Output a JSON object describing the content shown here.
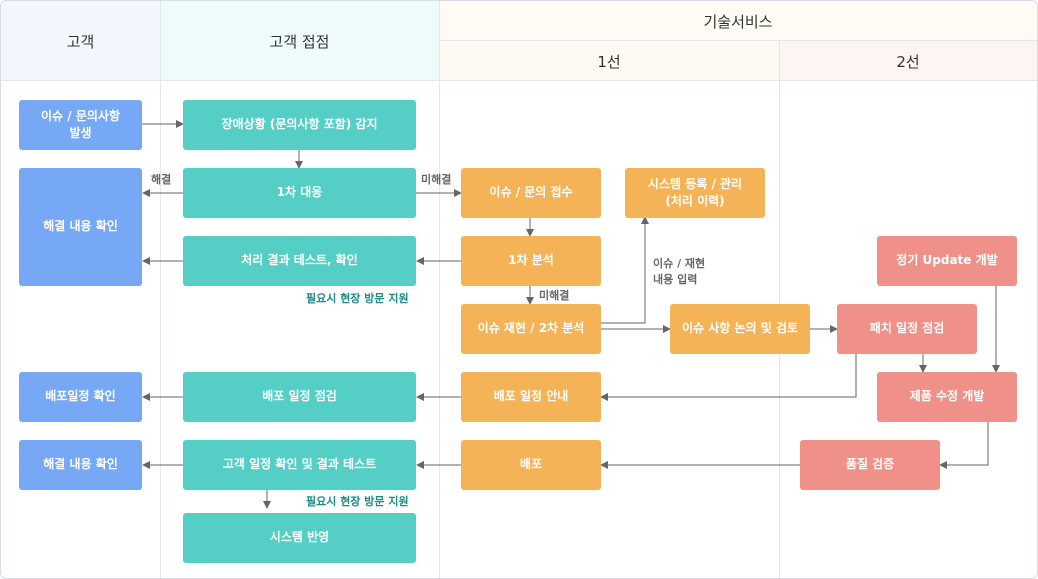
{
  "headers": {
    "customer": "고객",
    "contact": "고객 접점",
    "tech": "기술서비스",
    "first_line": "1선",
    "second_line": "2선"
  },
  "nodes": {
    "issue_occur": "이슈 / 문의사항\n발생",
    "resolve_check_1": "해결 내용 확인",
    "deploy_schedule_check": "배포일정 확인",
    "resolve_check_2": "해결 내용 확인",
    "detect": "장애상황 (문의사항 포함) 감지",
    "first_response": "1차 대응",
    "result_test": "처리 결과 테스트, 확인",
    "deploy_schedule_inspect": "배포 일정 점검",
    "customer_schedule_test": "고객 일정 확인 및 결과 테스트",
    "system_apply": "시스템 반영",
    "issue_receive": "이슈 / 문의 접수",
    "first_analysis": "1차 분석",
    "reproduce_analysis": "이슈 재현 / 2차 분석",
    "deploy_schedule_notice": "배포 일정 안내",
    "deploy": "배포",
    "system_register": "시스템 등록 / 관리\n(처리 이력)",
    "issue_discuss": "이슈 사항 논의 및 검토",
    "regular_update": "정기 Update 개발",
    "patch_schedule": "패치 일정 점검",
    "product_fix": "제품 수정 개발",
    "quality_verify": "품질 검증"
  },
  "labels": {
    "resolved": "해결",
    "unresolved_1": "미해결",
    "unresolved_2": "미해결",
    "reproduce_input": "이슈 / 재현\n내용 입력",
    "onsite_1": "필요시 현장 방문 지원",
    "onsite_2": "필요시 현장 방문 지원"
  },
  "colors": {
    "customer_box": "#77a8f5",
    "contact_box": "#55cfc6",
    "first_line_box": "#f5b357",
    "second_line_box": "#ef9189",
    "note_text": "#1b8c86",
    "arrow": "#666666"
  }
}
